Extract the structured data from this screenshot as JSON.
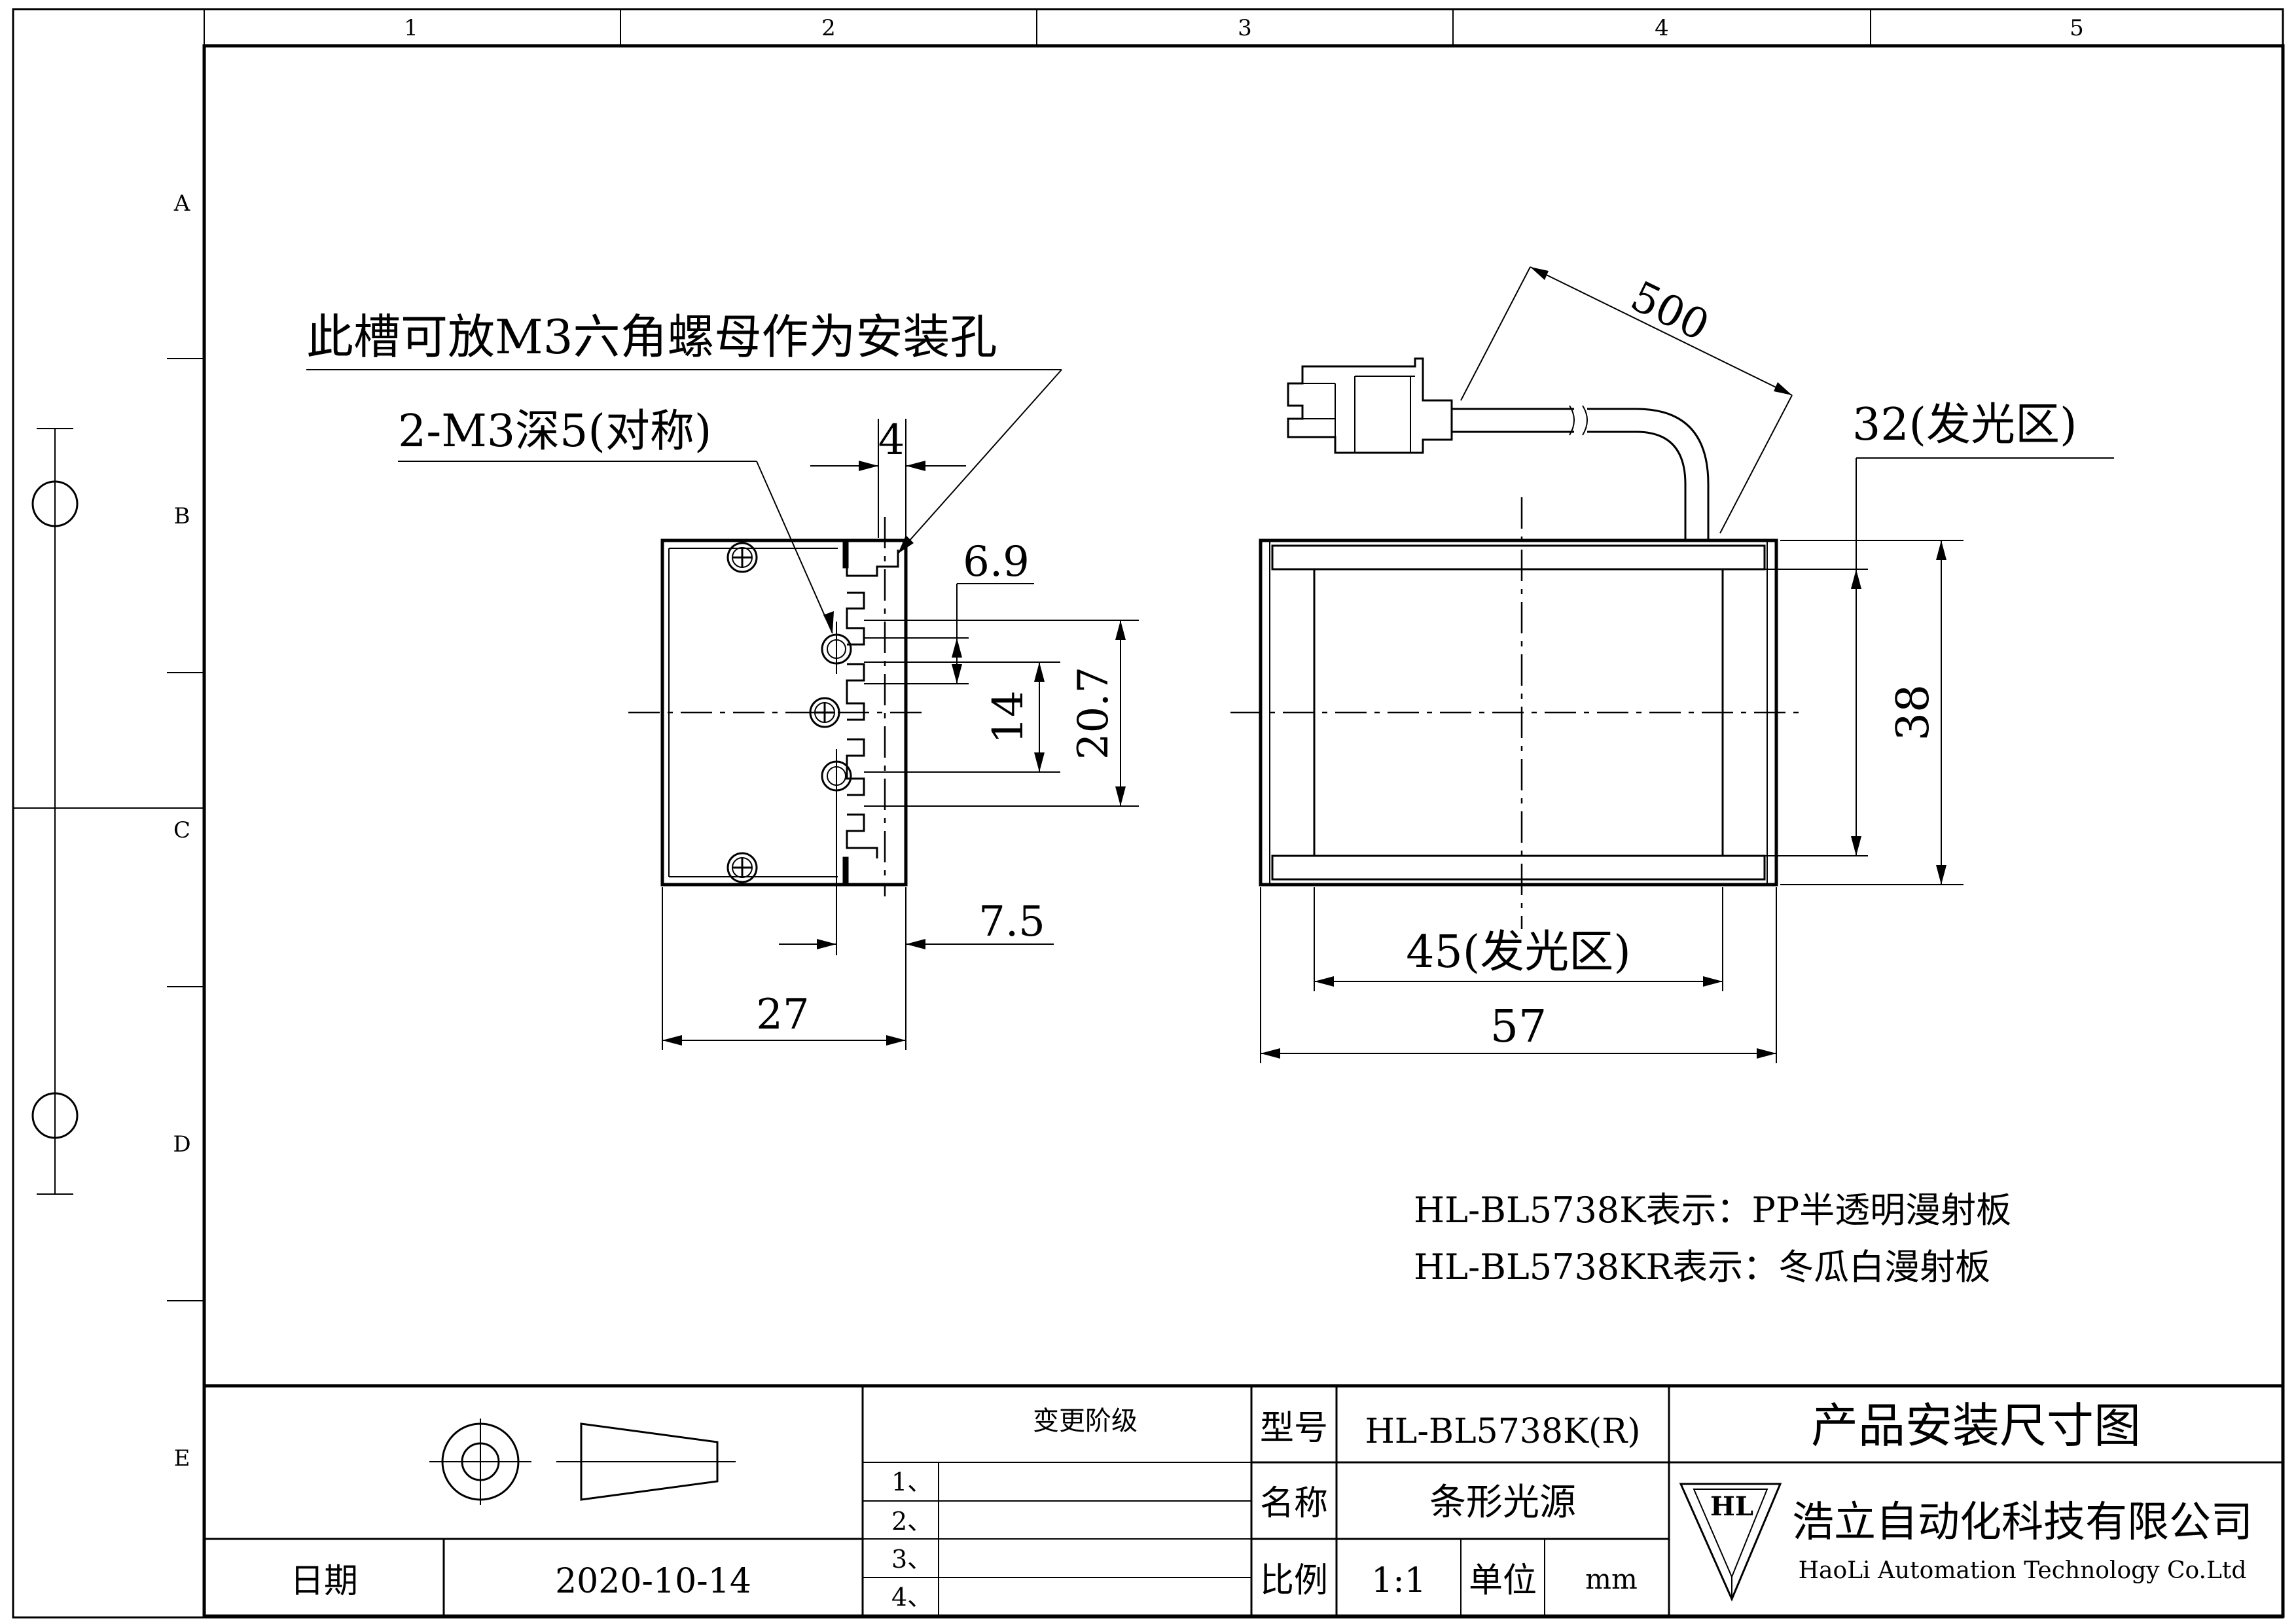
{
  "zones": {
    "columns": [
      "1",
      "2",
      "3",
      "4",
      "5"
    ],
    "rows": [
      "A",
      "B",
      "C",
      "D",
      "E"
    ]
  },
  "notes": {
    "slot_note": "此槽可放M3六角螺母作为安装孔",
    "thread_note": "2-M3深5(对称)",
    "material_1": "HL-BL5738K表示：PP半透明漫射板",
    "material_2": "HL-BL5738KR表示：冬瓜白漫射板"
  },
  "side_view": {
    "dims": {
      "slot_width": "4",
      "hole_pitch": "6.9",
      "hole_span": "14",
      "slot_span": "20.7",
      "edge_offset": "7.5",
      "depth": "27"
    }
  },
  "front_view": {
    "dims": {
      "cable_length": "500",
      "emitting_height": "32(发光区)",
      "height": "38",
      "emitting_width": "45(发光区)",
      "width": "57"
    }
  },
  "title_block": {
    "change_stage_label": "变更阶级",
    "change_rows": [
      "1、",
      "2、",
      "3、",
      "4、"
    ],
    "model_label": "型号",
    "model_value": "HL-BL5738K(R)",
    "name_label": "名称",
    "name_value": "条形光源",
    "scale_label": "比例",
    "scale_value": "1:1",
    "unit_label": "单位",
    "unit_value": "mm",
    "date_label": "日期",
    "date_value": "2020-10-14",
    "drawing_title": "产品安装尺寸图",
    "company_name_cn": "浩立自动化科技有限公司",
    "company_name_en": "HaoLi Automation Technology Co.Ltd",
    "logo_text": "HL"
  }
}
